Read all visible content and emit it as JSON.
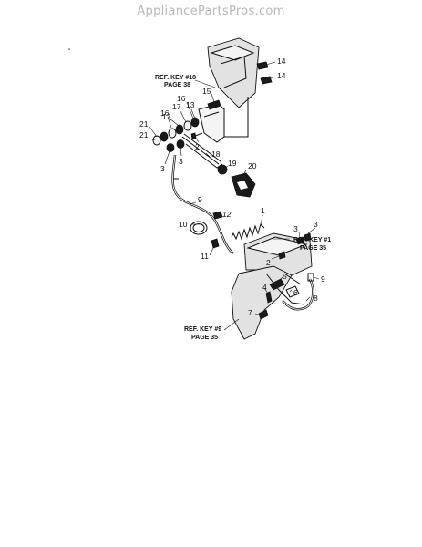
{
  "watermark": "AppliancePartsPros.com",
  "refs": [
    {
      "line1": "REF. KEY #18",
      "line2": "PAGE 38"
    },
    {
      "line1": "REF. KEY #1",
      "line2": "PAGE 35"
    },
    {
      "line1": "REF. KEY #9",
      "line2": "PAGE 35"
    }
  ],
  "callouts": [
    {
      "id": "c14a",
      "label": "14"
    },
    {
      "id": "c14b",
      "label": "14"
    },
    {
      "id": "c15",
      "label": "15"
    },
    {
      "id": "c16a",
      "label": "16"
    },
    {
      "id": "c13",
      "label": "13"
    },
    {
      "id": "c17a",
      "label": "17"
    },
    {
      "id": "c16b",
      "label": "16"
    },
    {
      "id": "c17b",
      "label": "17"
    },
    {
      "id": "c21a",
      "label": "21"
    },
    {
      "id": "c21b",
      "label": "21"
    },
    {
      "id": "c2a",
      "label": "2"
    },
    {
      "id": "c3a",
      "label": "3"
    },
    {
      "id": "c3b",
      "label": "3"
    },
    {
      "id": "c18",
      "label": "18"
    },
    {
      "id": "c19",
      "label": "19"
    },
    {
      "id": "c20",
      "label": "20"
    },
    {
      "id": "c9a",
      "label": "9"
    },
    {
      "id": "c12",
      "label": "12"
    },
    {
      "id": "c10",
      "label": "10"
    },
    {
      "id": "c11",
      "label": "11"
    },
    {
      "id": "c1",
      "label": "1"
    },
    {
      "id": "c3c",
      "label": "3"
    },
    {
      "id": "c3d",
      "label": "3"
    },
    {
      "id": "c2b",
      "label": "2"
    },
    {
      "id": "c9b",
      "label": "9"
    },
    {
      "id": "c5",
      "label": "5"
    },
    {
      "id": "c4",
      "label": "4"
    },
    {
      "id": "c6",
      "label": "6"
    },
    {
      "id": "c8",
      "label": "8"
    },
    {
      "id": "c7",
      "label": "7"
    }
  ]
}
